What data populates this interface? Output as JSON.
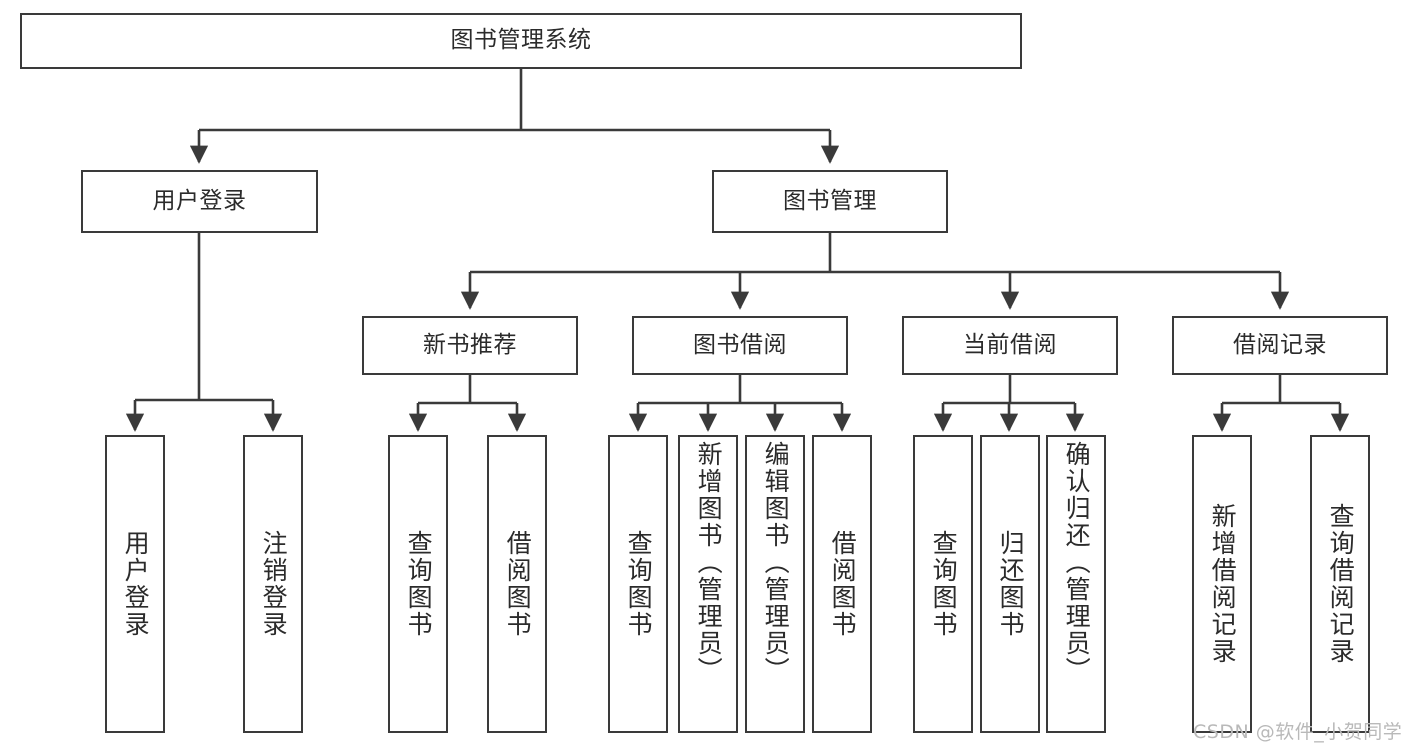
{
  "diagram": {
    "type": "tree-hierarchy",
    "title": "图书管理系统",
    "root": {
      "label": "图书管理系统"
    },
    "level2": [
      {
        "label": "用户登录"
      },
      {
        "label": "图书管理"
      }
    ],
    "level3": [
      {
        "label": "新书推荐"
      },
      {
        "label": "图书借阅"
      },
      {
        "label": "当前借阅"
      },
      {
        "label": "借阅记录"
      }
    ],
    "leaves": {
      "user_login": [
        {
          "label": "用户登录"
        },
        {
          "label": "注销登录"
        }
      ],
      "new_book_recommend": [
        {
          "label": "查询图书"
        },
        {
          "label": "借阅图书"
        }
      ],
      "book_borrow": [
        {
          "label": "查询图书"
        },
        {
          "label": "新增图书（管理员）"
        },
        {
          "label": "编辑图书（管理员）"
        },
        {
          "label": "借阅图书"
        }
      ],
      "current_borrow": [
        {
          "label": "查询图书"
        },
        {
          "label": "归还图书"
        },
        {
          "label": "确认归还（管理员）"
        }
      ],
      "borrow_record": [
        {
          "label": "新增借阅记录"
        },
        {
          "label": "查询借阅记录"
        }
      ]
    }
  },
  "watermark": {
    "text": "CSDN @软件_小贺同学"
  },
  "colors": {
    "border": "#3a3a3a",
    "text": "#2b2b2b",
    "background": "#ffffff",
    "watermark": "#b9b9b9"
  }
}
